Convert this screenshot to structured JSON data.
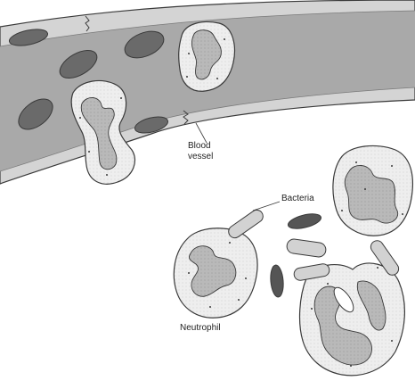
{
  "labels": {
    "blood_vessel_line1": "Blood",
    "blood_vessel_line2": "vessel",
    "bacteria": "Bacteria",
    "neutrophil": "Neutrophil"
  },
  "colors": {
    "vessel_fill": "#a9a9a9",
    "vessel_edge": "#d4d4d4",
    "outline": "#3a3a3a",
    "cytoplasm": "#eeeeee",
    "nucleus": "#b9b9b9",
    "rbc": "#6a6a6a",
    "bacterium_dark": "#555555",
    "bacterium_light": "#d2d2d2"
  }
}
